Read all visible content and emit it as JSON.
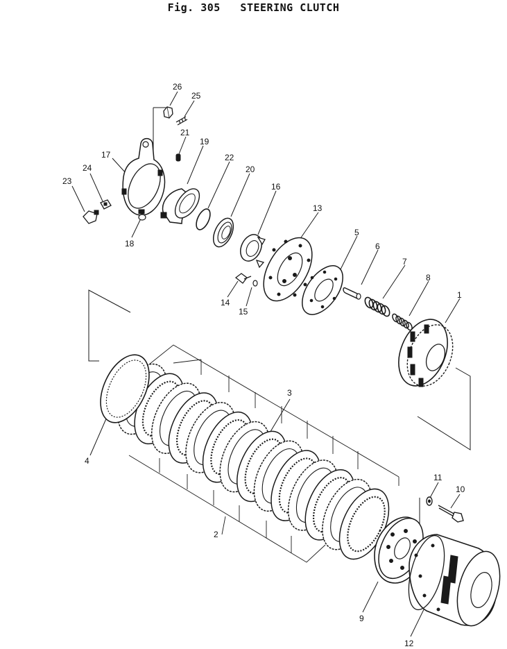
{
  "figure": {
    "title": "Fig. 305   STEERING CLUTCH"
  },
  "callouts": [
    {
      "id": "p26",
      "label": "26"
    },
    {
      "id": "p25",
      "label": "25"
    },
    {
      "id": "p21",
      "label": "21"
    },
    {
      "id": "p19",
      "label": "19"
    },
    {
      "id": "p17",
      "label": "17"
    },
    {
      "id": "p24",
      "label": "24"
    },
    {
      "id": "p23",
      "label": "23"
    },
    {
      "id": "p18",
      "label": "18"
    },
    {
      "id": "p22",
      "label": "22"
    },
    {
      "id": "p20",
      "label": "20"
    },
    {
      "id": "p16",
      "label": "16"
    },
    {
      "id": "p13",
      "label": "13"
    },
    {
      "id": "p5",
      "label": "5"
    },
    {
      "id": "p6",
      "label": "6"
    },
    {
      "id": "p7",
      "label": "7"
    },
    {
      "id": "p8",
      "label": "8"
    },
    {
      "id": "p1",
      "label": "1"
    },
    {
      "id": "p14",
      "label": "14"
    },
    {
      "id": "p15",
      "label": "15"
    },
    {
      "id": "p3",
      "label": "3"
    },
    {
      "id": "p4",
      "label": "4"
    },
    {
      "id": "p2",
      "label": "2"
    },
    {
      "id": "p11",
      "label": "11"
    },
    {
      "id": "p10",
      "label": "10"
    },
    {
      "id": "p9",
      "label": "9"
    },
    {
      "id": "p12",
      "label": "12"
    }
  ]
}
